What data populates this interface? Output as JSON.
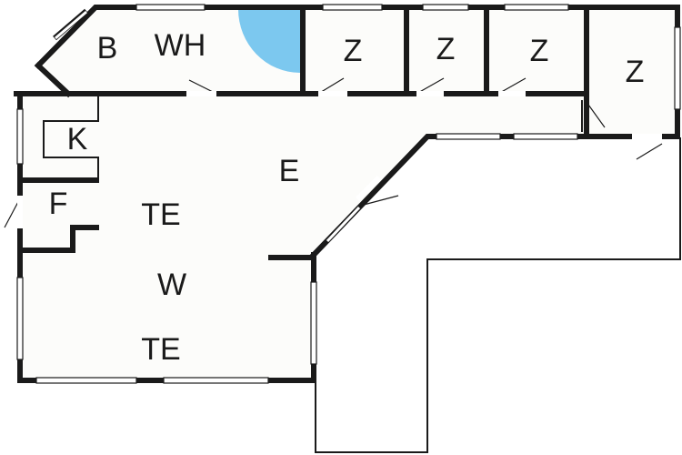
{
  "plan": {
    "rooms": {
      "bathroom": "B",
      "utility": "WH",
      "bedroom_1": "Z",
      "bedroom_2": "Z",
      "bedroom_3": "Z",
      "bedroom_4": "Z",
      "kitchen": "K",
      "hall": "E",
      "fridge": "F",
      "terrace_upper": "TE",
      "living": "W",
      "terrace_lower": "TE"
    },
    "colors": {
      "wall": "#1a1a1a",
      "floor": "#fcfcfa",
      "shower": "#7cc8ef"
    }
  }
}
